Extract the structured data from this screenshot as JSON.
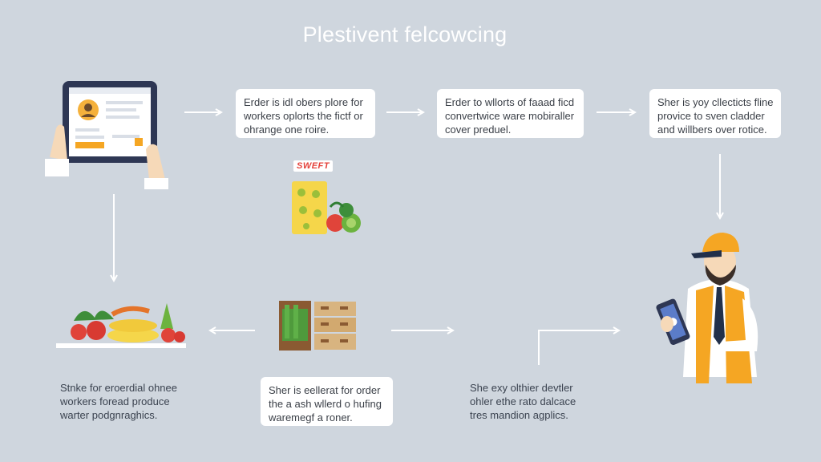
{
  "title": "Plestivent felcowcing",
  "colors": {
    "background": "#cfd6de",
    "box": "#ffffff",
    "arrow": "#ffffff",
    "accent_orange": "#f5a623",
    "tablet_frame": "#2e3754"
  },
  "boxes": {
    "box1": [
      "Erder is idl obers plore for",
      "workers oplorts the fictf or",
      "ohrange one roire."
    ],
    "box2": [
      "Erder to wllorts of faaad ficd",
      "convertwice ware mobiraller",
      "cover preduel."
    ],
    "box3": [
      "Sher is yoy cllecticts fline",
      "provice to sven cladder",
      "and willbers over rotice."
    ],
    "box4": [
      "Sher is eellerat for order",
      "the a ash wllerd o hufing",
      "waremegf a roner."
    ]
  },
  "captions": {
    "left": [
      "Stnke for eroerdial ohnee",
      "workers foread produce",
      "warter podgnraghics."
    ],
    "right": [
      "She exy olthier devtler",
      "ohler ethe rato dalcace",
      "tres mandion agplics."
    ]
  },
  "sweet_label": "SWEFT",
  "icons": {
    "tablet": "tablet-profile-icon",
    "produce_box": "produce-pack-icon",
    "vegetables": "vegetable-tray-icon",
    "crates": "storage-crates-icon",
    "worker": "delivery-worker-icon"
  }
}
